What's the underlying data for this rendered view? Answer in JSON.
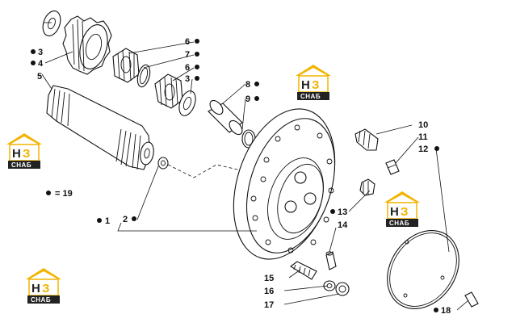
{
  "labels": {
    "l1": "1",
    "l2": "2",
    "l3a": "3",
    "l3b": "3",
    "l4": "4",
    "l5": "5",
    "l6a": "6",
    "l6b": "6",
    "l7": "7",
    "l8": "8",
    "l9": "9",
    "l10": "10",
    "l11": "11",
    "l12": "12",
    "l13": "13",
    "l14": "14",
    "l15": "15",
    "l16": "16",
    "l17": "17",
    "l18": "18"
  },
  "legend": {
    "equals_text": "= 19"
  },
  "logo": {
    "mark_h": "Н",
    "mark_3": "З",
    "text": "СНАБ"
  }
}
